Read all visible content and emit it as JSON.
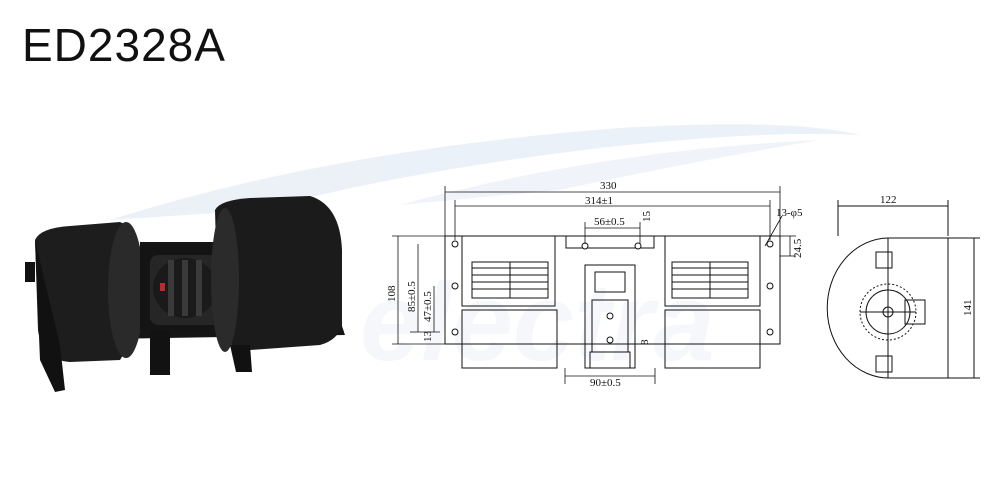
{
  "title": "ED2328A",
  "front_view": {
    "overall_width": "330",
    "hole_spacing": "314±1",
    "top_offset": "56±0.5",
    "top_small": "15",
    "holes": "13-φ5",
    "side_offset": "24.5",
    "height": "108",
    "height_mid": "85±0.5",
    "height_low": "47±0.5",
    "base_offset": "13",
    "motor_offset": "8",
    "bottom_spacing": "90±0.5"
  },
  "side_view": {
    "depth": "122",
    "height": "141"
  }
}
